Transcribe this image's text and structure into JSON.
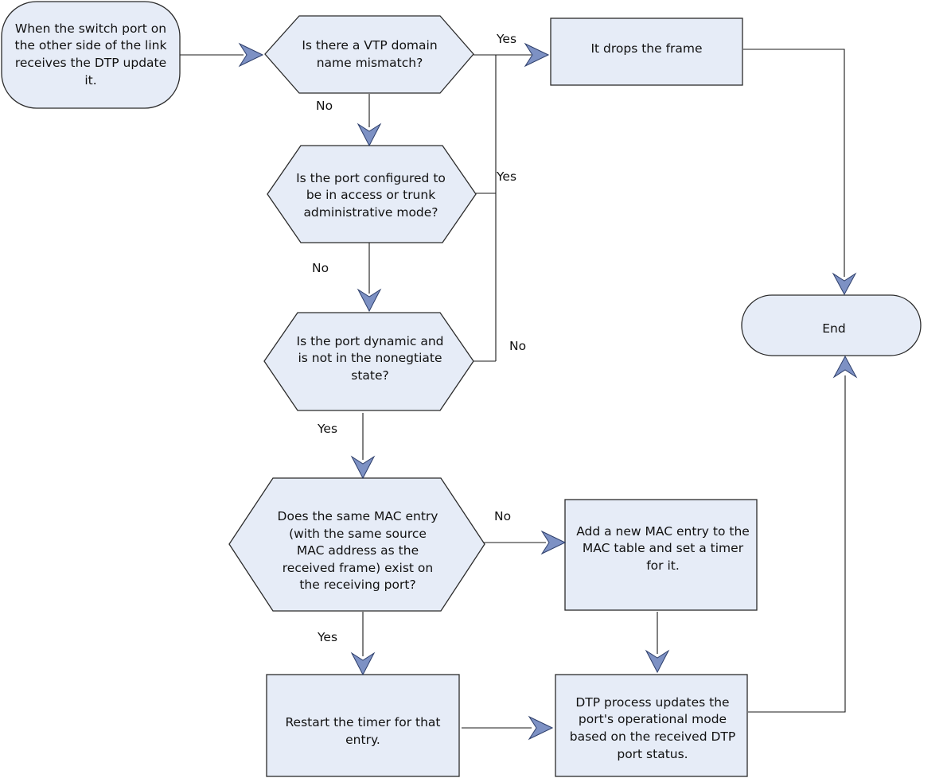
{
  "nodes": {
    "start": "When the switch port on the other side of the link receives the DTP update it.",
    "vtp_mismatch": "Is there a VTP domain name mismatch?",
    "drops_frame": "It drops the frame",
    "admin_mode": "Is the port configured to be in access or trunk administrative mode?",
    "dynamic_port": "Is the port dynamic and is not in the nonegtiate state?",
    "end": "End",
    "mac_exists": "Does the same MAC entry (with the same source MAC address as the received frame) exist on the receiving port?",
    "add_mac": "Add a new MAC entry to the MAC table and set a timer for it.",
    "restart_timer": "Restart the timer for that entry.",
    "dtp_update": "DTP process updates the port's operational mode based on the received DTP port status."
  },
  "edge_labels": {
    "vtp_yes": "Yes",
    "vtp_no": "No",
    "admin_yes": "Yes",
    "admin_no": "No",
    "dynamic_no": "No",
    "dynamic_yes": "Yes",
    "mac_no": "No",
    "mac_yes": "Yes"
  },
  "colors": {
    "shape_fill": "#e6ecf7",
    "arrow_fill": "#7d91c4",
    "line": "#1a1a1a"
  }
}
